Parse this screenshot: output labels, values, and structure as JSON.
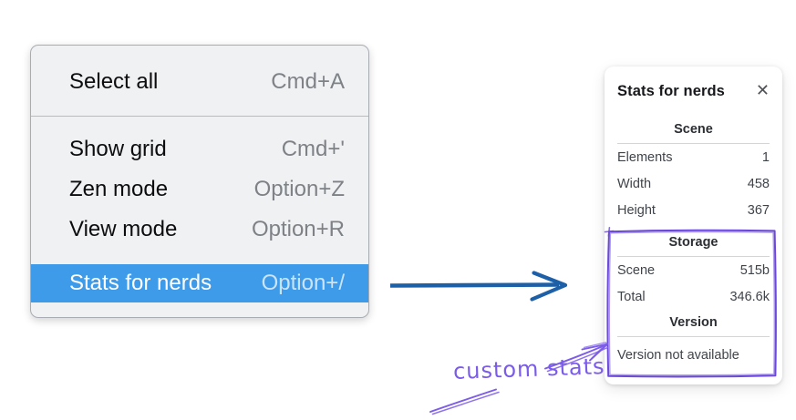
{
  "menu": {
    "items": [
      {
        "label": "Select all",
        "shortcut": "Cmd+A",
        "selected": false
      },
      {
        "label": "Show grid",
        "shortcut": "Cmd+'",
        "selected": false
      },
      {
        "label": "Zen mode",
        "shortcut": "Option+Z",
        "selected": false
      },
      {
        "label": "View mode",
        "shortcut": "Option+R",
        "selected": false
      },
      {
        "label": "Stats for nerds",
        "shortcut": "Option+/",
        "selected": true
      }
    ]
  },
  "stats_panel": {
    "title": "Stats for nerds",
    "close_icon": "✕",
    "sections": [
      {
        "heading": "Scene",
        "rows": [
          {
            "label": "Elements",
            "value": "1"
          },
          {
            "label": "Width",
            "value": "458"
          },
          {
            "label": "Height",
            "value": "367"
          }
        ]
      },
      {
        "heading": "Storage",
        "rows": [
          {
            "label": "Scene",
            "value": "515b"
          },
          {
            "label": "Total",
            "value": "346.6k"
          }
        ]
      },
      {
        "heading": "Version",
        "note": "Version not available"
      }
    ]
  },
  "annotation": {
    "label": "custom stats"
  },
  "colors": {
    "menu_highlight": "#3e9be9",
    "menu_background": "#f0f1f3",
    "blue_arrow": "#1d60a7",
    "purple_box": "#6b49d8",
    "purple_annotation": "#7b5ce8"
  }
}
